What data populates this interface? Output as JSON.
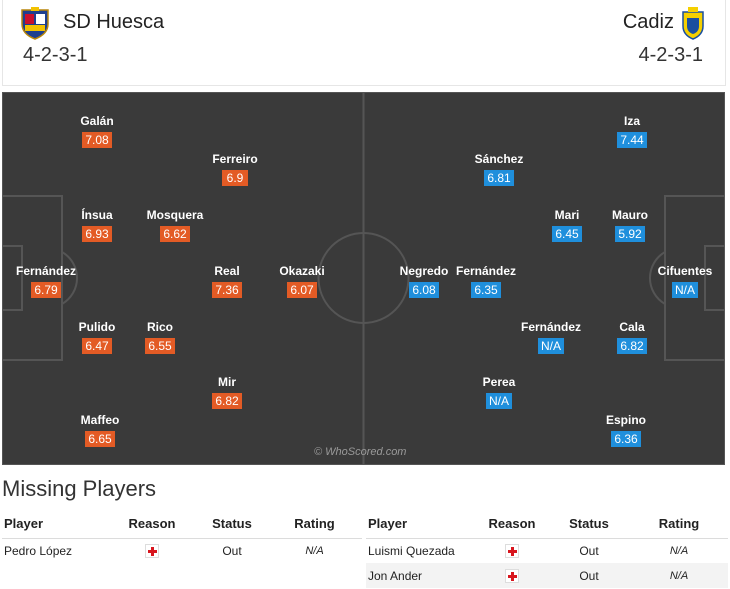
{
  "home": {
    "name": "SD Huesca",
    "formation": "4-2-3-1",
    "color": "#e35b25",
    "players": [
      {
        "name": "Galán",
        "rating": "7.08"
      },
      {
        "name": "Ferreiro",
        "rating": "6.9"
      },
      {
        "name": "Ínsua",
        "rating": "6.93"
      },
      {
        "name": "Mosquera",
        "rating": "6.62"
      },
      {
        "name": "Fernández",
        "rating": "6.79"
      },
      {
        "name": "Real",
        "rating": "7.36"
      },
      {
        "name": "Okazaki",
        "rating": "6.07"
      },
      {
        "name": "Pulido",
        "rating": "6.47"
      },
      {
        "name": "Rico",
        "rating": "6.55"
      },
      {
        "name": "Mir",
        "rating": "6.82"
      },
      {
        "name": "Maffeo",
        "rating": "6.65"
      }
    ]
  },
  "away": {
    "name": "Cadiz",
    "formation": "4-2-3-1",
    "color": "#1f8fdc",
    "players": [
      {
        "name": "Iza",
        "rating": "7.44"
      },
      {
        "name": "Sánchez",
        "rating": "6.81"
      },
      {
        "name": "Mari",
        "rating": "6.45"
      },
      {
        "name": "Mauro",
        "rating": "5.92"
      },
      {
        "name": "Negredo",
        "rating": "6.08"
      },
      {
        "name": "Fernández",
        "rating": "6.35"
      },
      {
        "name": "Cifuentes",
        "rating": "N/A"
      },
      {
        "name": "Fernández",
        "rating": "N/A"
      },
      {
        "name": "Cala",
        "rating": "6.82"
      },
      {
        "name": "Perea",
        "rating": "N/A"
      },
      {
        "name": "Espino",
        "rating": "6.36"
      }
    ]
  },
  "watermark": "© WhoScored.com",
  "missing": {
    "title": "Missing Players",
    "headers": {
      "player": "Player",
      "reason": "Reason",
      "status": "Status",
      "rating": "Rating"
    },
    "home": [
      {
        "player": "Pedro López",
        "reason_icon": "injury-cross-icon",
        "status": "Out",
        "rating": "N/A"
      }
    ],
    "away": [
      {
        "player": "Luismi Quezada",
        "reason_icon": "injury-cross-icon",
        "status": "Out",
        "rating": "N/A"
      },
      {
        "player": "Jon Ander",
        "reason_icon": "injury-cross-icon",
        "status": "Out",
        "rating": "N/A"
      }
    ]
  }
}
